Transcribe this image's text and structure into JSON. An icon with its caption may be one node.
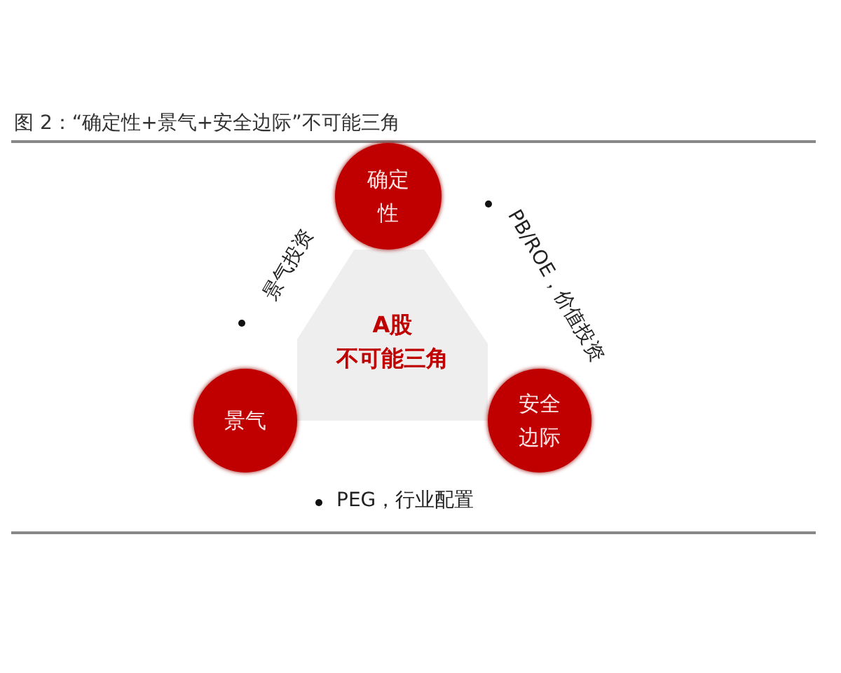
{
  "diagram": {
    "title": "图 2：“确定性+景气+安全边际”不可能三角",
    "nodes": [
      {
        "text": [
          "A股",
          "不可能三角"
        ]
      },
      {
        "text": [
          "确定性"
        ]
      },
      {
        "text": [
          "景气"
        ]
      },
      {
        "text": [
          "安全边际"
        ]
      }
    ],
    "labels": [
      "景气投资",
      "PB/ROE，价值投资",
      "PEG，行业配置"
    ]
  }
}
